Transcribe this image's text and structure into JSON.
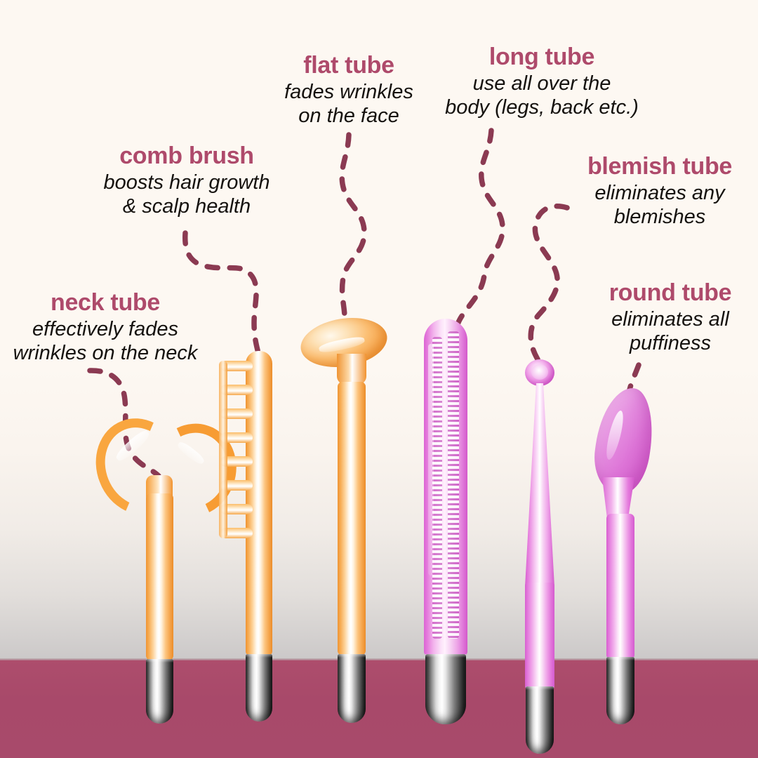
{
  "colors": {
    "background_cream": "#FDF8F2",
    "floor_rose": "#A84A6B",
    "heading_rose": "#AE4A6B",
    "body_text": "#15120F",
    "connector_line": "#8B3A52",
    "glass_orange": "#F5A043",
    "glass_pink": "#E07AD9",
    "chrome_base": "#9A9A9A"
  },
  "products": [
    {
      "id": "neck-tube",
      "title": "neck tube",
      "description_lines": [
        "effectively fades",
        "wrinkles on the neck"
      ],
      "glass_color": "orange",
      "head_shape": "forked-u"
    },
    {
      "id": "comb-brush",
      "title": "comb brush",
      "description_lines": [
        "boosts hair growth",
        "& scalp health"
      ],
      "glass_color": "orange",
      "head_shape": "comb-teeth"
    },
    {
      "id": "flat-tube",
      "title": "flat tube",
      "description_lines": [
        "fades wrinkles",
        "on the face"
      ],
      "glass_color": "orange",
      "head_shape": "oval-disc"
    },
    {
      "id": "long-tube",
      "title": "long tube",
      "description_lines": [
        "use all over the",
        "body (legs, back etc.)"
      ],
      "glass_color": "pink",
      "head_shape": "long-cylinder"
    },
    {
      "id": "blemish-tube",
      "title": "blemish tube",
      "description_lines": [
        "eliminates any",
        "blemishes"
      ],
      "glass_color": "pink",
      "head_shape": "small-ball"
    },
    {
      "id": "round-tube",
      "title": "round tube",
      "description_lines": [
        "eliminates all",
        "puffiness"
      ],
      "glass_color": "pink",
      "head_shape": "teardrop-bulb"
    }
  ]
}
